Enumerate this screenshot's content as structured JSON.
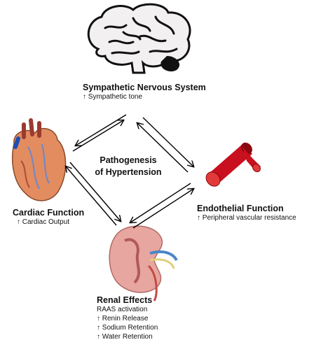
{
  "center": {
    "line1": "Pathogenesis",
    "line2": "of Hypertension"
  },
  "nodes": {
    "sympathetic": {
      "title": "Sympathetic Nervous System",
      "sub": "↑ Sympathetic tone",
      "icon": "brain-icon"
    },
    "cardiac": {
      "title": "Cardiac Function",
      "sub": "↑ Cardiac Output",
      "icon": "heart-icon"
    },
    "endothelial": {
      "title": "Endothelial Function",
      "sub": "↑ Peripheral vascular resistance",
      "icon": "blood-vessel-icon"
    },
    "renal": {
      "title": "Renal Effects",
      "items": [
        "RAAS activation",
        "↑ Renin Release",
        "↑ Sodium Retention",
        "↑ Water Retention"
      ],
      "icon": "kidney-icon"
    }
  },
  "colors": {
    "arrow": "#000000",
    "heart": "#e08a5a",
    "vessel": "#c8101e",
    "kidney": "#e7a6a0"
  }
}
